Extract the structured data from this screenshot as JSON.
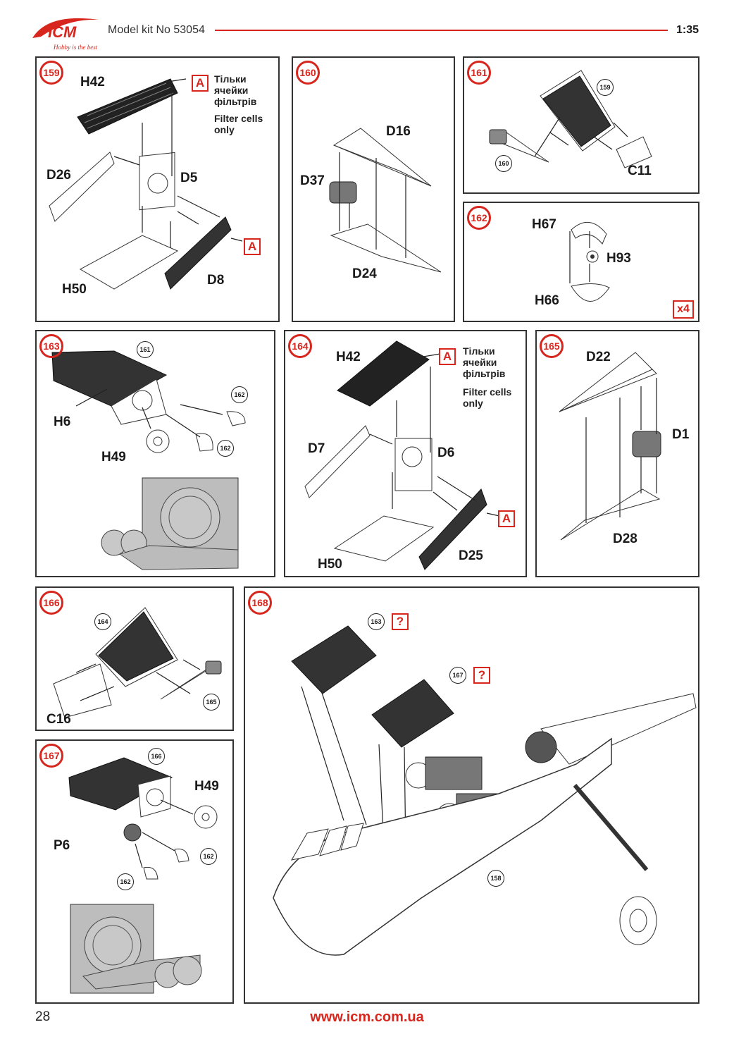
{
  "header": {
    "brand": "ICM",
    "slogan": "Hobby is the best",
    "kit_title": "Model kit No 53054",
    "scale": "1:35",
    "accent_color": "#d7261e"
  },
  "footer": {
    "page_number": "28",
    "website": "www.icm.com.ua"
  },
  "steps": {
    "s159": {
      "number": "159",
      "parts": [
        "H42",
        "D26",
        "D5",
        "H50",
        "D8"
      ],
      "callout": "A",
      "note_uk": [
        "Тільки",
        "ячейки",
        "фільтрів"
      ],
      "note_en": [
        "Filter cells",
        "only"
      ]
    },
    "s160": {
      "number": "160",
      "parts": [
        "D16",
        "D37",
        "D24"
      ]
    },
    "s161": {
      "number": "161",
      "parts": [
        "C11"
      ],
      "refs": [
        "159",
        "160"
      ]
    },
    "s162": {
      "number": "162",
      "parts": [
        "H67",
        "H93",
        "H66"
      ],
      "quantity": "x4"
    },
    "s163": {
      "number": "163",
      "parts": [
        "H6",
        "H49"
      ],
      "refs": [
        "161",
        "162",
        "162"
      ]
    },
    "s164": {
      "number": "164",
      "parts": [
        "H42",
        "D7",
        "D6",
        "H50",
        "D25"
      ],
      "callout": "A",
      "note_uk": [
        "Тільки",
        "ячейки",
        "фільтрів"
      ],
      "note_en": [
        "Filter cells",
        "only"
      ]
    },
    "s165": {
      "number": "165",
      "parts": [
        "D22",
        "D1",
        "D28"
      ]
    },
    "s166": {
      "number": "166",
      "parts": [
        "C16"
      ],
      "refs": [
        "164",
        "165"
      ]
    },
    "s167": {
      "number": "167",
      "parts": [
        "H49",
        "P6"
      ],
      "refs": [
        "166",
        "162",
        "162"
      ]
    },
    "s168": {
      "number": "168",
      "refs": [
        "163",
        "167",
        "158"
      ],
      "callout": "?"
    }
  }
}
